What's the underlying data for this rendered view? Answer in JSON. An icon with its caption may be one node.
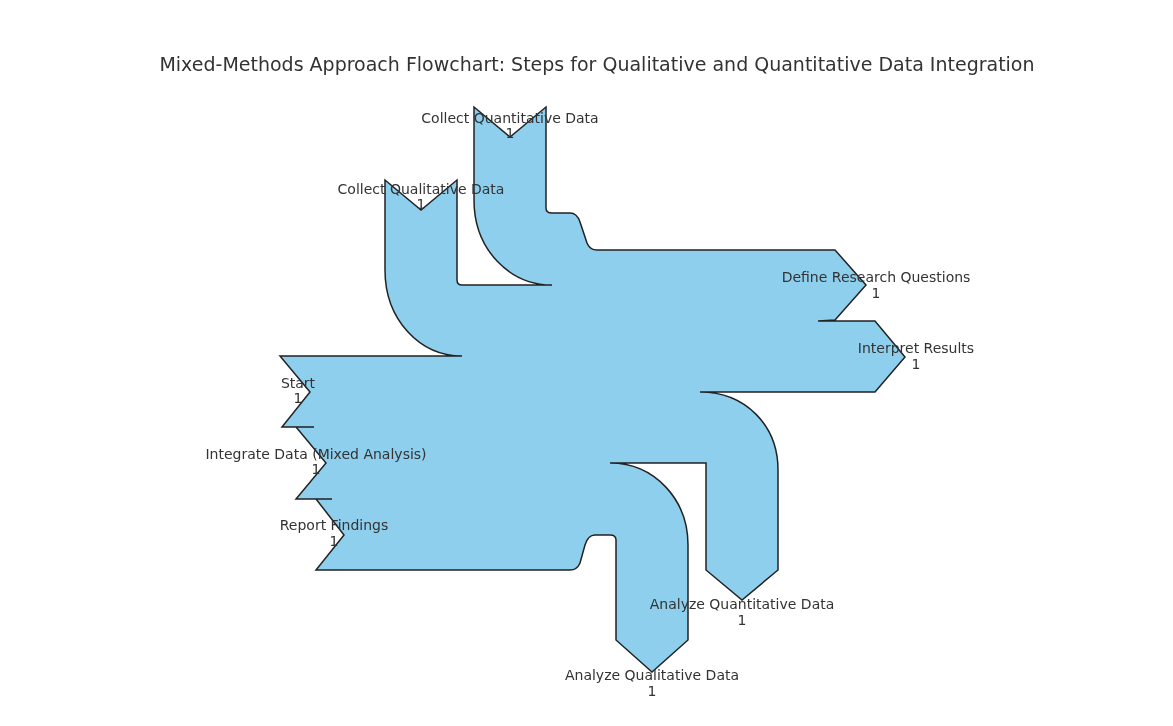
{
  "diagram": {
    "title": "Mixed-Methods Approach Flowchart: Steps for Qualitative and Quantitative Data Integration",
    "labels": [
      "Collect Quantitative Data",
      "1",
      "Collect Qualitative Data",
      "1",
      "Define Research Questions",
      "1",
      "Interpret Results",
      "1",
      "Start",
      "1",
      "Integrate Data (Mixed Analysis)",
      "1",
      "Report Findings",
      "1",
      "Analyze Quantitative Data",
      "1",
      "Analyze Qualitative Data",
      "1"
    ]
  }
}
